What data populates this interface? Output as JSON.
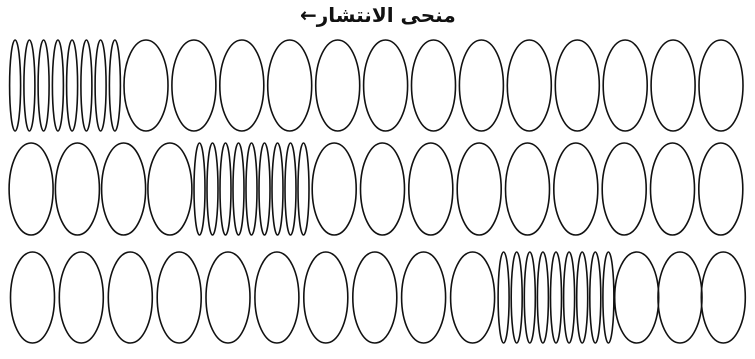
{
  "caption": "منحى الانتشار",
  "arrow_glyph": "←",
  "colors": {
    "ink": "#111111",
    "background": "#ffffff"
  },
  "springs": [
    {
      "name": "spring-row-1"
    },
    {
      "name": "spring-row-2"
    },
    {
      "name": "spring-row-3"
    }
  ]
}
